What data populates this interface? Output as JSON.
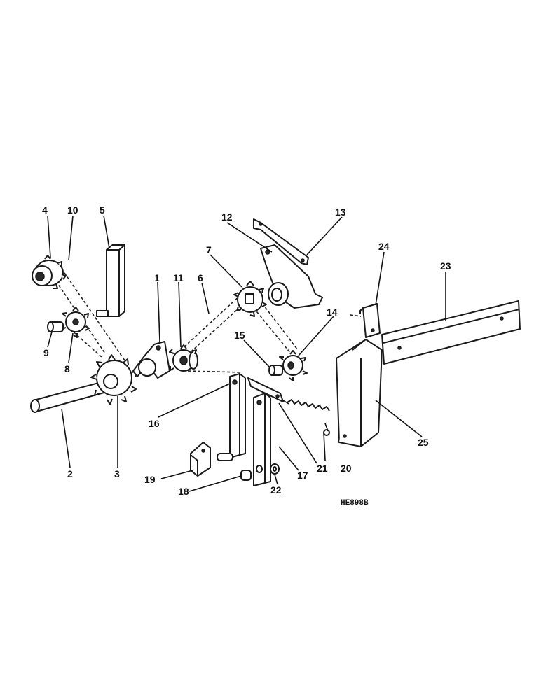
{
  "figure_reference": "HE898B",
  "callouts": {
    "c1": "1",
    "c2": "2",
    "c3": "3",
    "c4": "4",
    "c5": "5",
    "c6": "6",
    "c7": "7",
    "c8": "8",
    "c9": "9",
    "c10": "10",
    "c11": "11",
    "c12": "12",
    "c13": "13",
    "c14": "14",
    "c15": "15",
    "c16": "16",
    "c17": "17",
    "c18": "18",
    "c19": "19",
    "c20": "20",
    "c21": "21",
    "c22": "22",
    "c23": "23",
    "c24": "24",
    "c25": "25"
  }
}
